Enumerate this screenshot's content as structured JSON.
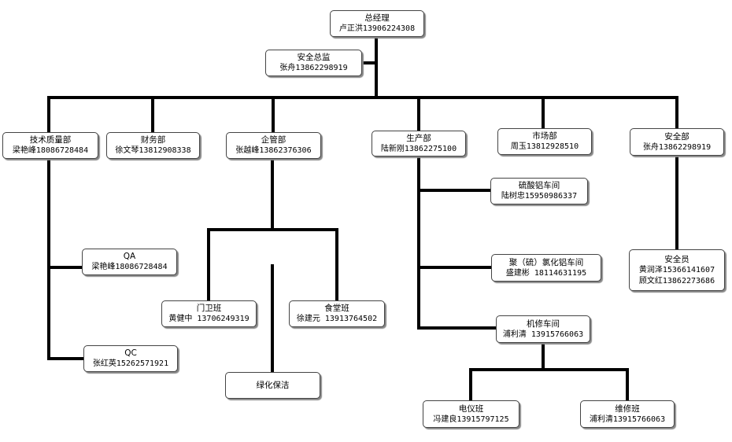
{
  "nodes": {
    "gm": {
      "title": "总经理",
      "line1": "卢正洪13906224308"
    },
    "safety_director": {
      "title": "安全总监",
      "line1": "张舟13862298919"
    },
    "tech": {
      "title": "技术质量部",
      "line1": "梁艳峰18086728484"
    },
    "finance": {
      "title": "财务部",
      "line1": "徐文琴13812908338"
    },
    "admin": {
      "title": "企管部",
      "line1": "张越峰13862376306"
    },
    "production": {
      "title": "生产部",
      "line1": "陆新刚13862275100"
    },
    "market": {
      "title": "市场部",
      "line1": "周玉13812928510"
    },
    "safety": {
      "title": "安全部",
      "line1": "张舟13862298919"
    },
    "qa": {
      "title": "QA",
      "line1": "梁艳峰18086728484"
    },
    "qc": {
      "title": "QC",
      "line1": "张红英15262571921"
    },
    "guard": {
      "title": "门卫班",
      "line1": "黄健中 13706249319"
    },
    "canteen": {
      "title": "食堂班",
      "line1": "徐建元 13913764502"
    },
    "green": {
      "title": "绿化保洁"
    },
    "sulfate": {
      "title": "硫酸铝车间",
      "line1": "陆树忠15950986337"
    },
    "pac": {
      "title": "聚（硫）氯化铝车间",
      "line1": "盛建彬 18114631195"
    },
    "repair": {
      "title": "机修车间",
      "line1": "浦利清 13915766063"
    },
    "electric": {
      "title": "电仪班",
      "line1": "冯建良13915797125"
    },
    "maint": {
      "title": "维修班",
      "line1": "浦利清13915766063"
    },
    "safety_officer": {
      "title": "安全员",
      "line1": "黄润泽15366141607",
      "line2": "顾文红13862273686"
    }
  }
}
